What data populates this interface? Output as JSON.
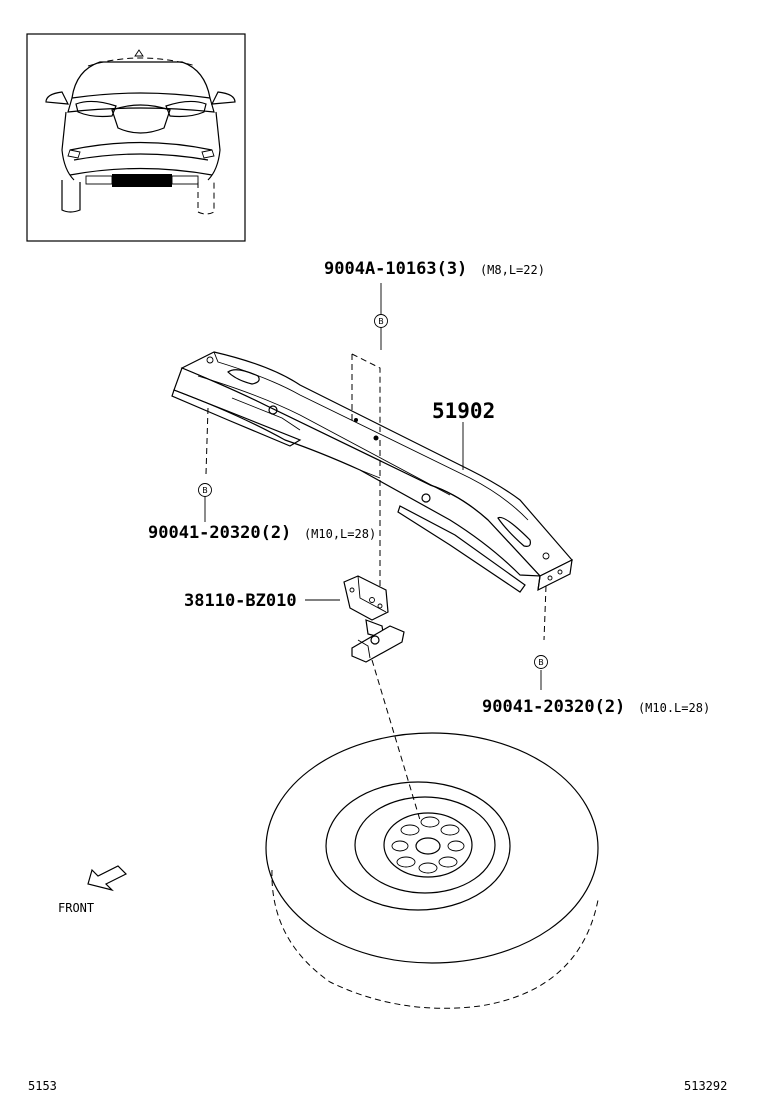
{
  "callouts": {
    "bolt_top": {
      "part": "9004A-10163(3)",
      "spec": "(M8,L=22)"
    },
    "crossmember": {
      "part": "51902"
    },
    "bolt_left": {
      "part": "90041-20320(2)",
      "spec": "(M10,L=28)"
    },
    "carrier": {
      "part": "38110-BZ010"
    },
    "bolt_right": {
      "part": "90041-20320(2)",
      "spec": "(M10.L=28)"
    }
  },
  "bolt_marker": "B",
  "front_label": "FRONT",
  "footer": {
    "left_code": "5153",
    "right_code": "513292"
  }
}
